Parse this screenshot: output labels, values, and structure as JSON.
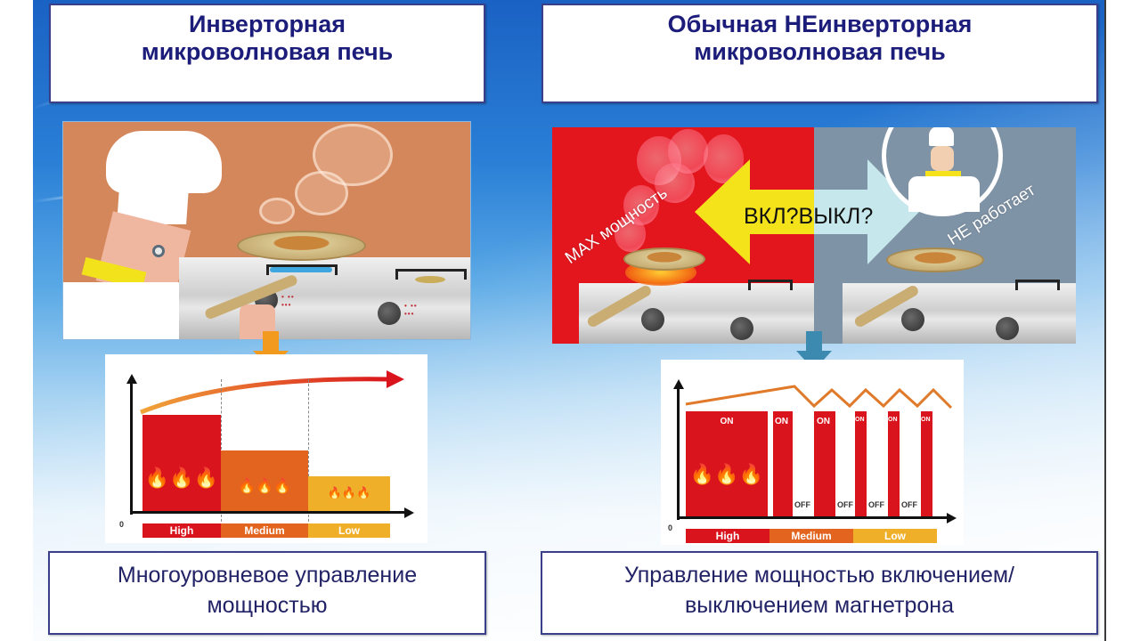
{
  "left": {
    "title": [
      "Инверторная",
      "микроволновая печь"
    ],
    "caption": [
      "Многоуровневое управление",
      "мощностью"
    ],
    "accent_arrow_color": "#f29a1d",
    "scene_bg": "#d5875c"
  },
  "right": {
    "title": [
      "Обычная НЕинверторная",
      "микроволновая печь"
    ],
    "caption": [
      "Управление мощностью включением/",
      "выключением магнетрона"
    ],
    "accent_arrow_color": "#3c8ab0",
    "scene": {
      "max_label": "MAX мощность",
      "on_off_label": "ВКЛ?ВЫКЛ?",
      "not_working_label": "НЕ работает",
      "red_bg": "#e3161e",
      "grey_bg": "#7f93a6"
    }
  },
  "chart_data": [
    {
      "type": "bar",
      "title": "Inverter: multi-level power control",
      "categories": [
        "High",
        "Medium",
        "Low"
      ],
      "values": [
        100,
        62,
        35
      ],
      "colors": [
        "#d9141c",
        "#e2641e",
        "#efaf28"
      ],
      "zero_label": "0",
      "trend": "rising curved arrow across top",
      "gridlines": "dashed vertical separators between levels"
    },
    {
      "type": "bar",
      "title": "Non-inverter: on/off magnetron power control",
      "categories": [
        "High",
        "Medium",
        "Low"
      ],
      "zero_label": "0",
      "pulses": [
        {
          "label": "ON",
          "width_rel": 3.0,
          "value": 100
        },
        {
          "label": "OFF",
          "value": 0
        },
        {
          "label": "ON",
          "width_rel": 1.0,
          "value": 100
        },
        {
          "label": "OFF",
          "value": 0
        },
        {
          "label": "ON",
          "width_rel": 1.0,
          "value": 100
        },
        {
          "label": "OFF",
          "value": 0
        },
        {
          "label": "ON",
          "width_rel": 0.5,
          "value": 100
        },
        {
          "label": "OFF",
          "value": 0
        },
        {
          "label": "ON",
          "width_rel": 0.5,
          "value": 100
        },
        {
          "label": "OFF",
          "value": 0
        },
        {
          "label": "ON",
          "width_rel": 0.5,
          "value": 100
        }
      ],
      "on_label": "ON",
      "off_label": "OFF",
      "bar_color": "#d9141c",
      "level_colors": [
        "#d9141c",
        "#e2641e",
        "#efaf28"
      ],
      "trend": "zigzag line above bars"
    }
  ]
}
